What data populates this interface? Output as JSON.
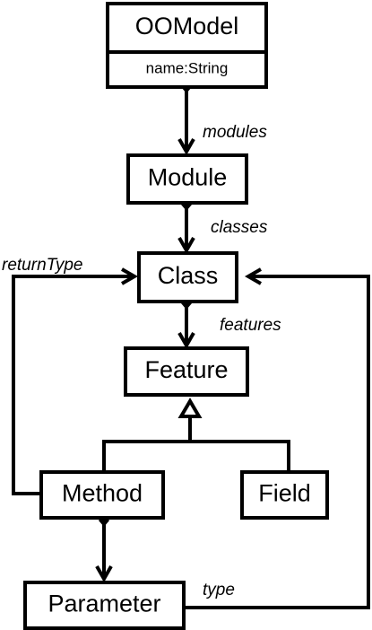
{
  "classes": {
    "oomodel": {
      "name": "OOModel",
      "attribute": "name:String"
    },
    "module": {
      "name": "Module"
    },
    "class": {
      "name": "Class"
    },
    "feature": {
      "name": "Feature"
    },
    "method": {
      "name": "Method"
    },
    "field": {
      "name": "Field"
    },
    "parameter": {
      "name": "Parameter"
    }
  },
  "associations": {
    "modules": "modules",
    "classes": "classes",
    "features": "features",
    "return_type": "returnType",
    "type": "type"
  },
  "colors": {
    "stroke": "#000000",
    "fill": "#ffffff"
  }
}
